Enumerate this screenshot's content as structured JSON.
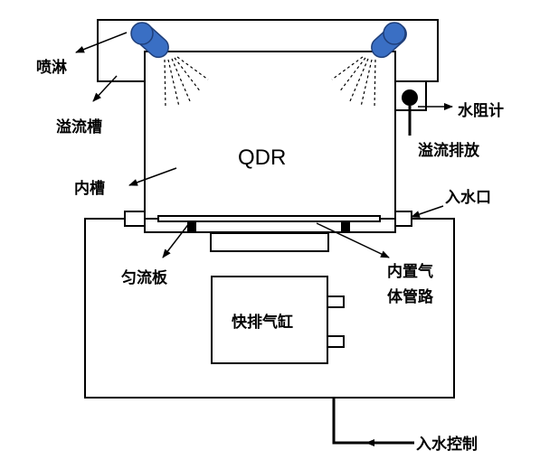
{
  "diagram": {
    "title": "QDR",
    "labels": {
      "spray": "喷淋",
      "overflow_trough": "溢流槽",
      "inner_tank": "内槽",
      "water_resistivity_meter": "水阻计",
      "overflow_drain": "溢流排放",
      "water_inlet": "入水口",
      "flow_plate": "匀流板",
      "gas_pipe_line1": "内置气",
      "gas_pipe_line2": "体管路",
      "quick_drain_cylinder": "快排气缸",
      "inlet_control": "入水控制"
    },
    "colors": {
      "nozzle": "#3a6fc4",
      "nozzle_edge": "#1f3f7a",
      "line": "#000000",
      "background": "#ffffff"
    }
  }
}
